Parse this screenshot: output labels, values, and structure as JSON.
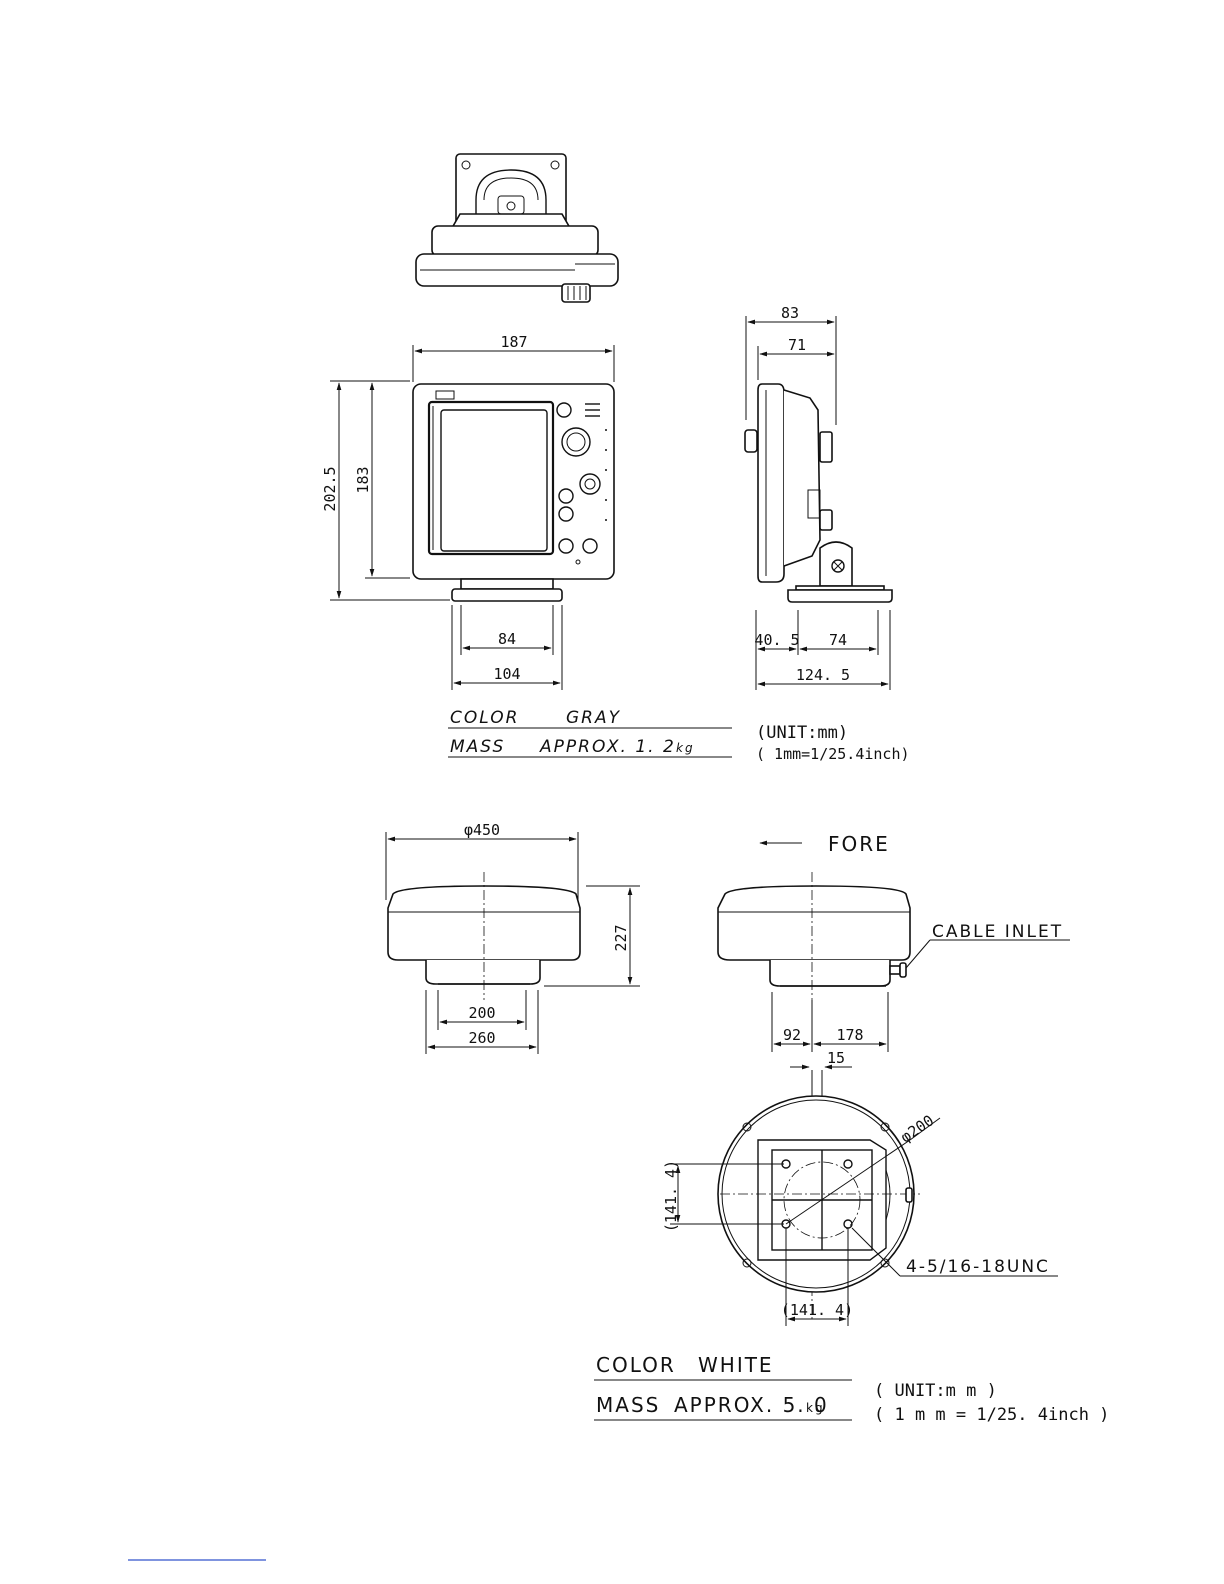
{
  "display_unit": {
    "dims": {
      "width": "187",
      "height_total": "202.5",
      "height_body": "183",
      "base_inner": "84",
      "base_outer": "104",
      "depth_total": "83",
      "depth_body": "71",
      "side_front": "40. 5",
      "side_base": "74",
      "side_total": "124. 5"
    },
    "spec": {
      "color_label": "COLOR",
      "color_value": "GRAY",
      "mass_label": "MASS",
      "mass_value": "APPROX.  1. 2",
      "mass_unit": "kg"
    },
    "unit_note": {
      "line1": "(UNIT:mm)",
      "line2": "( 1mm=1/25.4inch)"
    }
  },
  "radome": {
    "dims": {
      "diameter": "φ450",
      "height": "227",
      "base_inner": "200",
      "base_outer": "260",
      "offset_fore": "92",
      "offset_aft": "178",
      "offset_center": "15",
      "bolt_circle": "φ200",
      "bolt_vertical": "(141. 4)",
      "bolt_horizontal": "(141. 4)"
    },
    "labels": {
      "fore": "FORE",
      "cable_inlet": "CABLE INLET",
      "bolts": "4-5/16-18UNC"
    },
    "spec": {
      "color_label": "COLOR",
      "color_value": "WHITE",
      "mass_label": "MASS",
      "mass_value": "APPROX. 5. 0",
      "mass_unit": "kg"
    },
    "unit_note": {
      "line1": "( UNIT:m m )",
      "line2": "( 1 m m = 1/25. 4inch )"
    }
  }
}
